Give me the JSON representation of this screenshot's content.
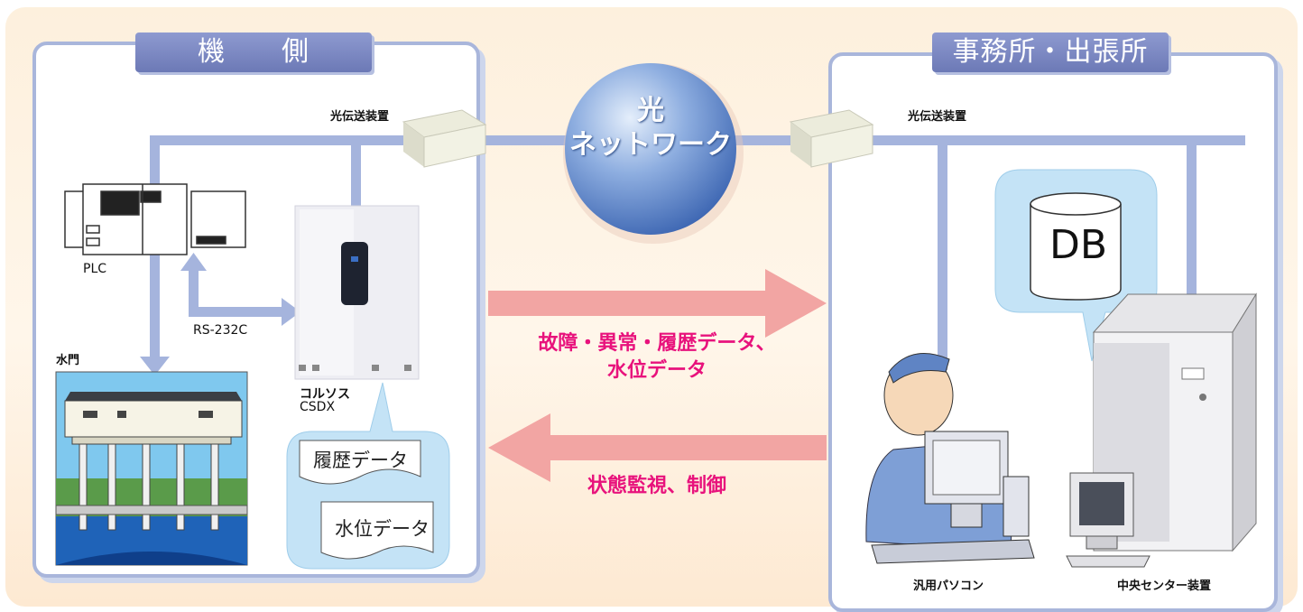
{
  "panels": {
    "left_title": "機　　側",
    "right_title": "事務所・出張所"
  },
  "network": {
    "line1": "光",
    "line2": "ネットワーク"
  },
  "devices": {
    "optical_left": "光伝送装置",
    "optical_right": "光伝送装置",
    "plc": "PLC",
    "rs232c": "RS-232C",
    "gate": "水門",
    "corsos_line1": "コルソス",
    "corsos_line2": "CSDX",
    "pc": "汎用パソコン",
    "server": "中央センター装置",
    "db": "DB"
  },
  "documents": {
    "history": "履歴データ",
    "water": "水位データ"
  },
  "flows": {
    "up_line1": "故障・異常・履歴データ、",
    "up_line2": "水位データ",
    "down": "状態監視、制御"
  },
  "colors": {
    "panel_border": "#a9b6db",
    "title_bg": "#7a86c0",
    "line": "#a5b4dd",
    "flow_arrow": "#f2a5a3",
    "flow_text": "#e8127c",
    "bubble": "#c4e3f6",
    "network_sphere": "#5c84c8"
  }
}
